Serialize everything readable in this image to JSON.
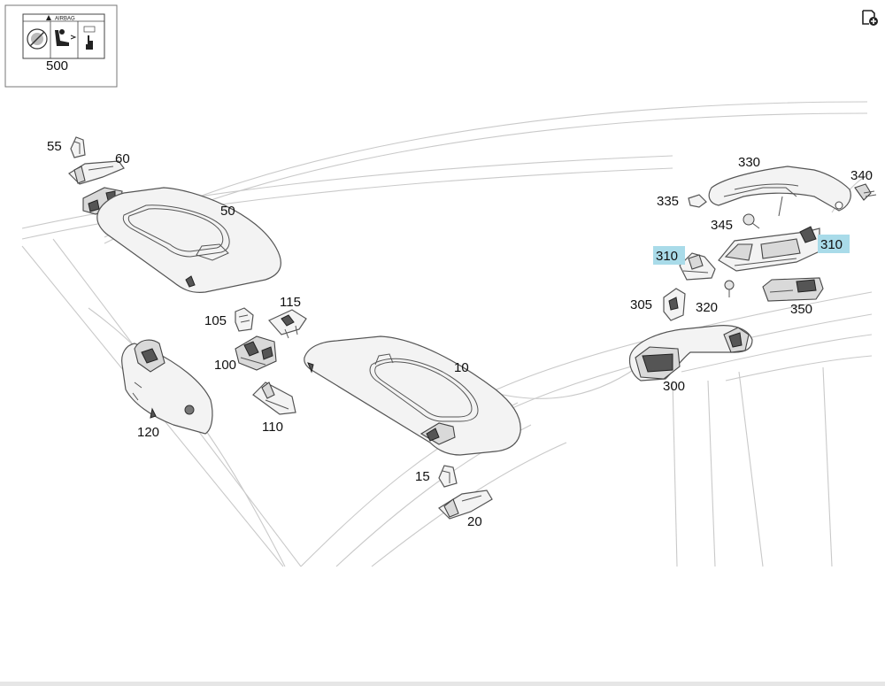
{
  "inset": {
    "warning_label": "AIRBAG",
    "part_number": "500"
  },
  "callouts": {
    "p10": "10",
    "p15": "15",
    "p20": "20",
    "p50": "50",
    "p55": "55",
    "p60": "60",
    "p100": "100",
    "p105": "105",
    "p110": "110",
    "p115": "115",
    "p120": "120",
    "p300": "300",
    "p305": "305",
    "p310a": "310",
    "p310b": "310",
    "p320": "320",
    "p330": "330",
    "p335": "335",
    "p340": "340",
    "p345": "345",
    "p350": "350"
  },
  "highlighted_parts": [
    "310"
  ],
  "colors": {
    "highlight": "#a9dbe9",
    "line": "#555555",
    "roof_line": "#c9c9c9"
  },
  "icons": {
    "add": "add-to-list-icon"
  }
}
